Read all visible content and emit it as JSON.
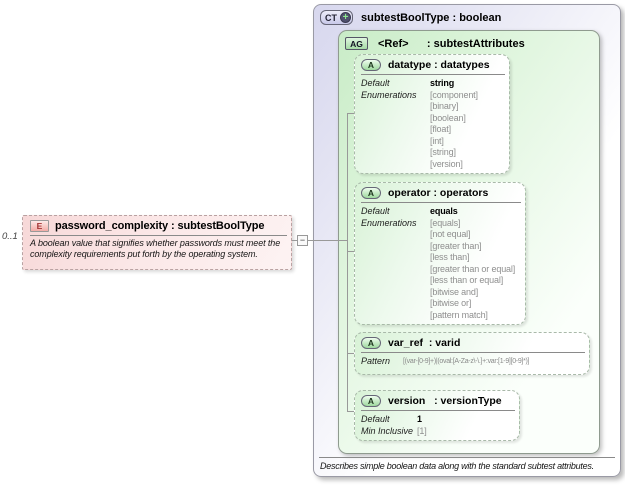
{
  "element": {
    "cardinality": "0..1",
    "icon_label": "E",
    "title": "password_complexity : subtestBoolType",
    "doc": "A boolean value that signifies whether passwords must meet the complexity requirements put forth by the operating system."
  },
  "connector": {
    "collapse_glyph": "−"
  },
  "complex_type": {
    "icon_label": "CT",
    "plus_glyph": "+",
    "title": "subtestBoolType : boolean",
    "doc": "Describes simple boolean data along with the standard subtest attributes.",
    "attribute_group": {
      "icon_label": "AG",
      "title": "<Ref>      : subtestAttributes",
      "attributes": [
        {
          "icon": "A",
          "label": "datatype : datatypes",
          "facets": [
            {
              "name": "Default",
              "values": [
                {
                  "text": "string",
                  "bold": true
                }
              ]
            },
            {
              "name": "Enumerations",
              "values": [
                {
                  "text": "[component]"
                },
                {
                  "text": "[binary]"
                },
                {
                  "text": "[boolean]"
                },
                {
                  "text": "[float]"
                },
                {
                  "text": "[int]"
                },
                {
                  "text": "[string]"
                },
                {
                  "text": "[version]"
                }
              ]
            }
          ]
        },
        {
          "icon": "A",
          "label": "operator : operators",
          "facets": [
            {
              "name": "Default",
              "values": [
                {
                  "text": "equals",
                  "bold": true
                }
              ]
            },
            {
              "name": "Enumerations",
              "values": [
                {
                  "text": "[equals]"
                },
                {
                  "text": "[not equal]"
                },
                {
                  "text": "[greater than]"
                },
                {
                  "text": "[less than]"
                },
                {
                  "text": "[greater than or equal]"
                },
                {
                  "text": "[less than or equal]"
                },
                {
                  "text": "[bitwise and]"
                },
                {
                  "text": "[bitwise or]"
                },
                {
                  "text": "[pattern match]"
                }
              ]
            }
          ]
        },
        {
          "icon": "A",
          "label": "var_ref  : varid",
          "facets": [
            {
              "name": "Pattern",
              "values": [
                {
                  "text": "[(var-[0-9]+)|(oval:[A-Za-z\\-\\.]+:var:[1-9][0-9]*)]",
                  "small": true
                }
              ]
            }
          ]
        },
        {
          "icon": "A",
          "label": "version   : versionType",
          "facets": [
            {
              "name": "Default",
              "values": [
                {
                  "text": "1",
                  "bold": true
                }
              ]
            },
            {
              "name": "Min Inclusive",
              "values": [
                {
                  "text": "[1]"
                }
              ]
            }
          ]
        }
      ]
    }
  },
  "colors": {
    "element_fill": "#f7d8d8",
    "element_icon_fill": "#f2aba6",
    "element_icon_text": "#a23333",
    "complex_type_fill": "#d7d7ee",
    "group_fill": "#c9ecc7",
    "attribute_fill": "#d8f2d6",
    "enum_text": "#8f8f8f",
    "connector_line": "#999999"
  }
}
